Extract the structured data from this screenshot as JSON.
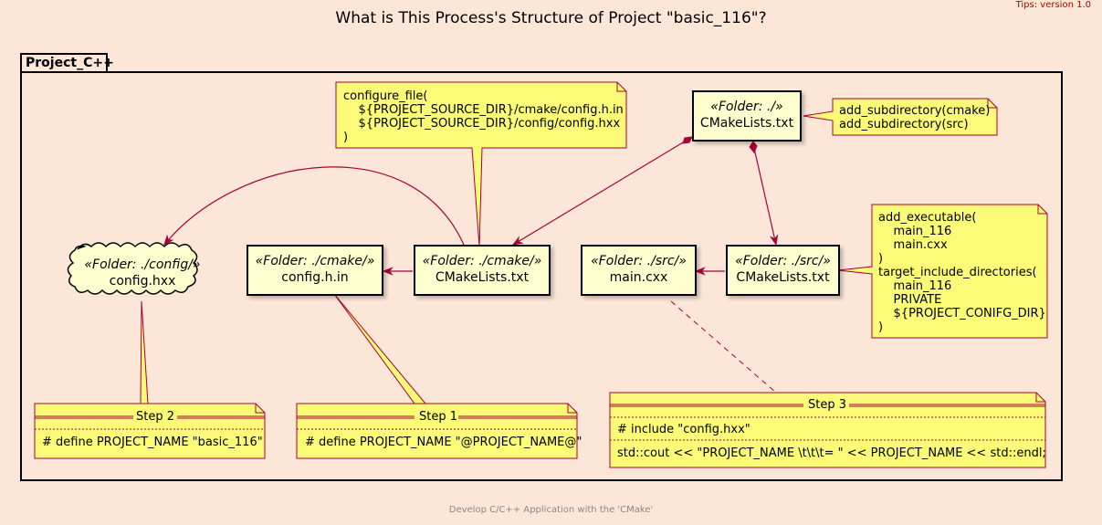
{
  "tips": "Tips: version 1.0",
  "title": "What is This Process's Structure of Project \"basic_116\"?",
  "footer": "Develop C/C++ Application with the 'CMake'",
  "package_name": "Project_C++",
  "nodes": {
    "root_cmake": {
      "stereotype": "«Folder: ./»",
      "name": "CMakeLists.txt"
    },
    "cmake_cmake": {
      "stereotype": "«Folder: ./cmake/»",
      "name": "CMakeLists.txt"
    },
    "config_h_in": {
      "stereotype": "«Folder: ./cmake/»",
      "name": "config.h.in"
    },
    "config_hxx": {
      "stereotype": "«Folder: ./config/»",
      "name": "config.hxx"
    },
    "src_cmake": {
      "stereotype": "«Folder: ./src/»",
      "name": "CMakeLists.txt"
    },
    "main_cxx": {
      "stereotype": "«Folder: ./src/»",
      "name": "main.cxx"
    }
  },
  "notes": {
    "configure_file": "configure_file(\n    ${PROJECT_SOURCE_DIR}/cmake/config.h.in\n    ${PROJECT_SOURCE_DIR}/config/config.hxx\n)",
    "add_subdirectory": "add_subdirectory(cmake)\nadd_subdirectory(src)",
    "add_executable": "add_executable(\n    main_116\n    main.cxx\n)\ntarget_include_directories(\n    main_116\n    PRIVATE\n    ${PROJECT_CONIFG_DIR}\n)"
  },
  "steps": {
    "step1": {
      "title": "Step 1",
      "line": "# define PROJECT_NAME \"@PROJECT_NAME@\""
    },
    "step2": {
      "title": "Step 2",
      "line": "# define PROJECT_NAME \"basic_116\""
    },
    "step3": {
      "title": "Step 3",
      "line1": "# include \"config.hxx\"",
      "line2": "std::cout << \"PROJECT_NAME \\t\\t\\t= \" << PROJECT_NAME << std::endl;"
    }
  },
  "colors": {
    "background": "#FCE6D8",
    "node_fill": "#FEFECE",
    "note_fill": "#FBFB77",
    "arrow": "#A80036",
    "tips": "#C00000"
  }
}
